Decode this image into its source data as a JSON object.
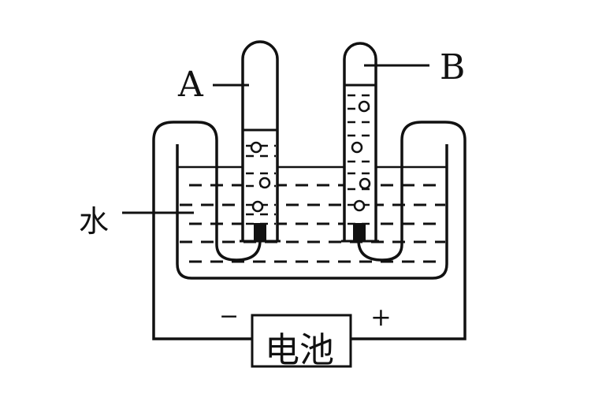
{
  "labels": {
    "tube_a": "A",
    "tube_b": "B",
    "water": "水",
    "minus": "−",
    "plus": "+",
    "battery": "电池"
  },
  "colors": {
    "stroke": "#111111",
    "background": "#ffffff"
  }
}
